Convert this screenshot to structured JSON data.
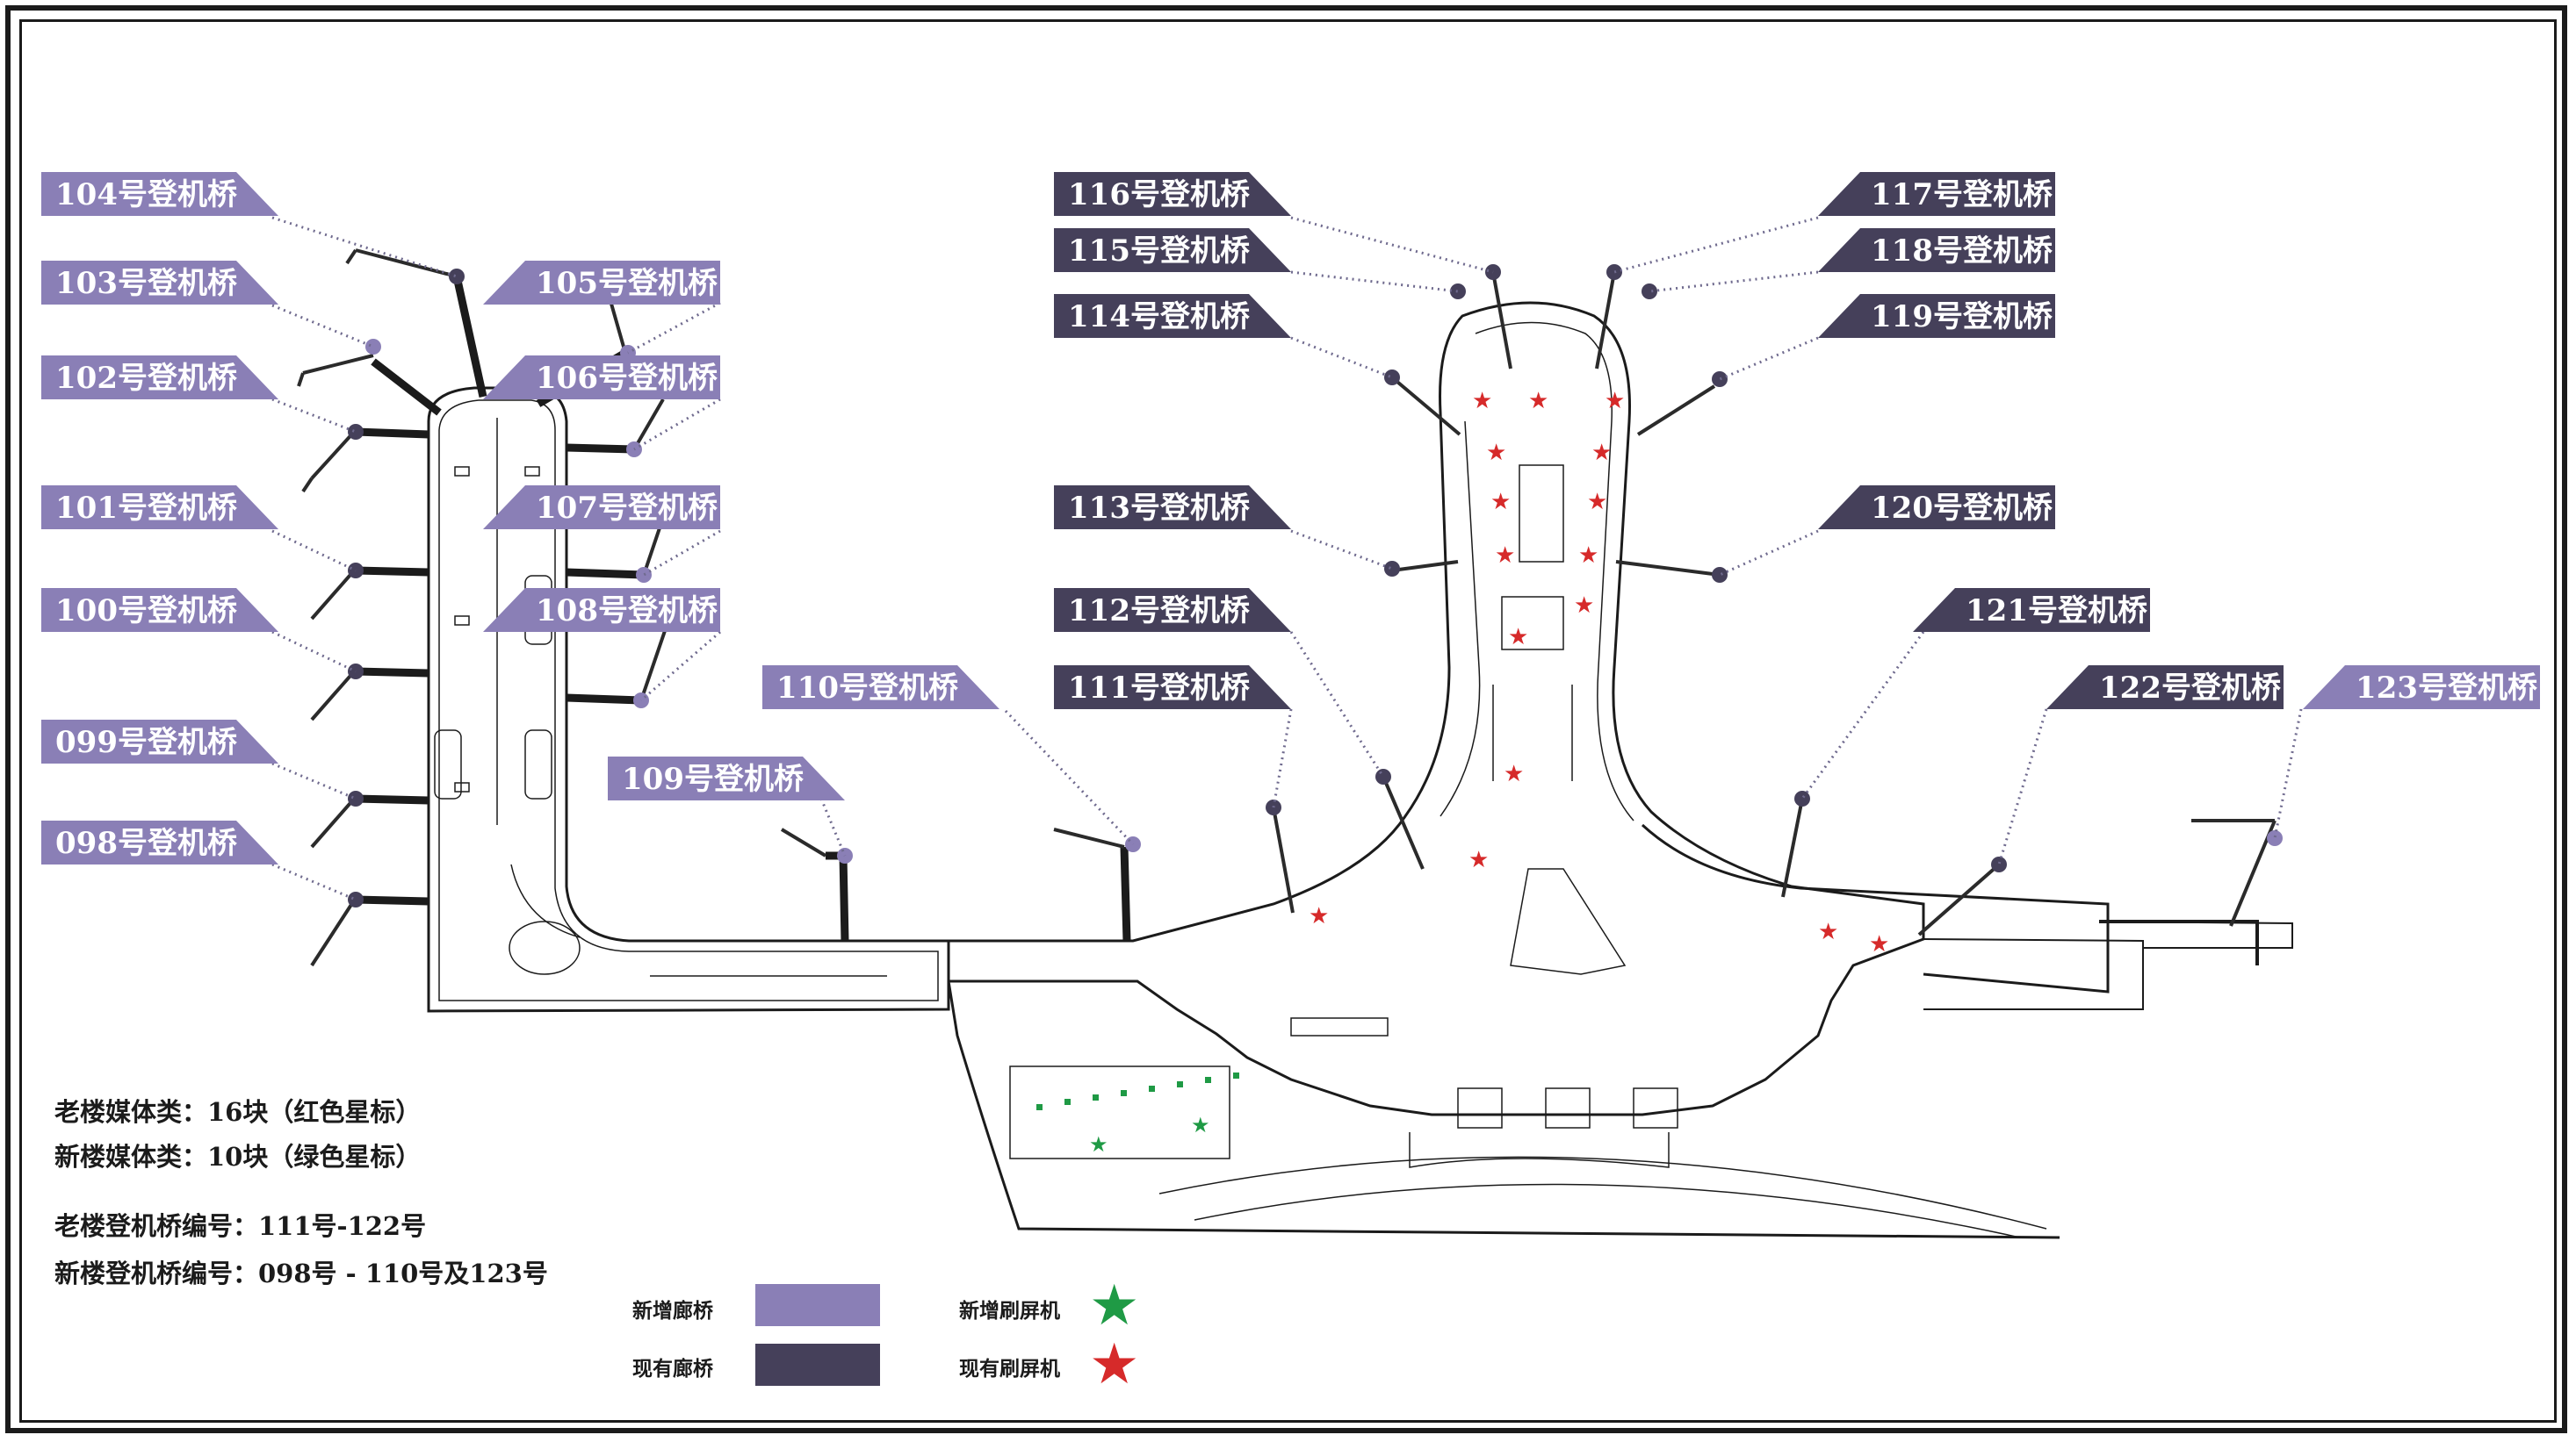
{
  "colors": {
    "new_bridge": "#8a7fb6",
    "existing_bridge": "#45405a",
    "new_star": "#1f9a45",
    "existing_star": "#d62a2a",
    "structure": "#1b1b1b",
    "leader": "#6f6a8e"
  },
  "gates": [
    {
      "id": "104",
      "label": "104号登机桥",
      "type": "new"
    },
    {
      "id": "103",
      "label": "103号登机桥",
      "type": "new"
    },
    {
      "id": "102",
      "label": "102号登机桥",
      "type": "new"
    },
    {
      "id": "101",
      "label": "101号登机桥",
      "type": "new"
    },
    {
      "id": "100",
      "label": "100号登机桥",
      "type": "new"
    },
    {
      "id": "099",
      "label": "099号登机桥",
      "type": "new"
    },
    {
      "id": "098",
      "label": "098号登机桥",
      "type": "new"
    },
    {
      "id": "105",
      "label": "105号登机桥",
      "type": "new"
    },
    {
      "id": "106",
      "label": "106号登机桥",
      "type": "new"
    },
    {
      "id": "107",
      "label": "107号登机桥",
      "type": "new"
    },
    {
      "id": "108",
      "label": "108号登机桥",
      "type": "new"
    },
    {
      "id": "110",
      "label": "110号登机桥",
      "type": "new"
    },
    {
      "id": "109",
      "label": "109号登机桥",
      "type": "new"
    },
    {
      "id": "116",
      "label": "116号登机桥",
      "type": "existing"
    },
    {
      "id": "115",
      "label": "115号登机桥",
      "type": "existing"
    },
    {
      "id": "114",
      "label": "114号登机桥",
      "type": "existing"
    },
    {
      "id": "113",
      "label": "113号登机桥",
      "type": "existing"
    },
    {
      "id": "112",
      "label": "112号登机桥",
      "type": "existing"
    },
    {
      "id": "111",
      "label": "111号登机桥",
      "type": "existing"
    },
    {
      "id": "117",
      "label": "117号登机桥",
      "type": "existing"
    },
    {
      "id": "118",
      "label": "118号登机桥",
      "type": "existing"
    },
    {
      "id": "119",
      "label": "119号登机桥",
      "type": "existing"
    },
    {
      "id": "120",
      "label": "120号登机桥",
      "type": "existing"
    },
    {
      "id": "121",
      "label": "121号登机桥",
      "type": "existing"
    },
    {
      "id": "122",
      "label": "122号登机桥",
      "type": "existing"
    },
    {
      "id": "123",
      "label": "123号登机桥",
      "type": "new"
    }
  ],
  "notes": {
    "old_media": "老楼媒体类：16块（红色星标）",
    "new_media": "新楼媒体类：10块（绿色星标）",
    "old_gates": "老楼登机桥编号：111号-122号",
    "new_gates": "新楼登机桥编号：098号 - 110号及123号"
  },
  "legend": {
    "new_bridge": "新增廊桥",
    "existing_bridge": "现有廊桥",
    "new_screen": "新增刷屏机",
    "existing_screen": "现有刷屏机",
    "star_glyph": "★"
  },
  "markers": {
    "old_screens_count": 16,
    "new_screens_count": 10
  }
}
